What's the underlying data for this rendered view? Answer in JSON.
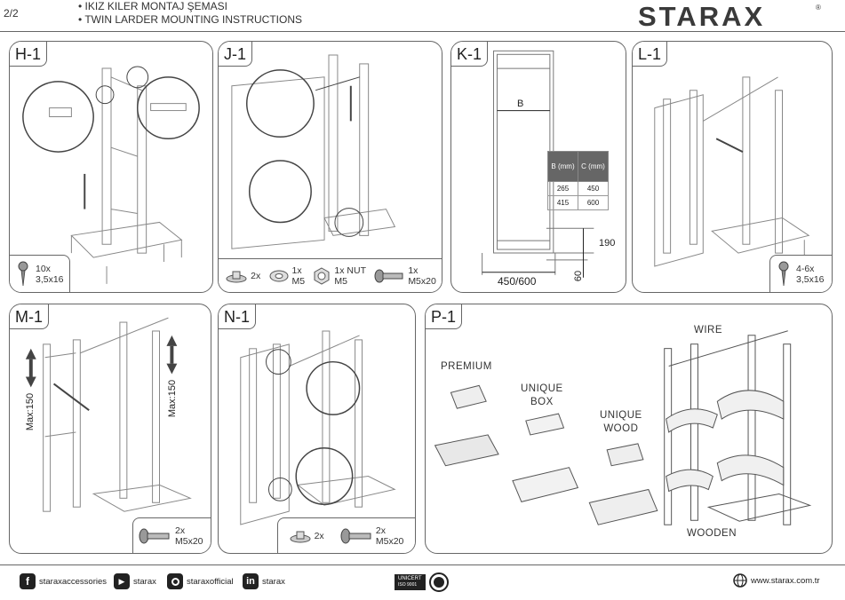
{
  "header": {
    "page": "2/2",
    "line1": "IKIZ KILER MONTAJ ŞEMASI",
    "line2": "TWIN LARDER MOUNTING INSTRUCTIONS",
    "brand": "STARAX",
    "reg": "®"
  },
  "panels": {
    "h1": {
      "label": "H-1",
      "hw": {
        "qty": "10x",
        "size": "3,5x16"
      }
    },
    "j1": {
      "label": "J-1",
      "hw": [
        {
          "qty": "2x"
        },
        {
          "qty": "1x",
          "size": "M5"
        },
        {
          "qty": "1x NUT",
          "size": "M5"
        },
        {
          "qty": "1x",
          "size": "M5x20"
        }
      ]
    },
    "k1": {
      "label": "K-1",
      "b": "B",
      "width": "450/600",
      "h190": "190",
      "h60": "60",
      "table": {
        "head": [
          "B (mm)",
          "C (mm)"
        ],
        "rows": [
          [
            "265",
            "450"
          ],
          [
            "415",
            "600"
          ]
        ]
      }
    },
    "l1": {
      "label": "L-1",
      "hw": {
        "qty": "4-6x",
        "size": "3,5x16"
      }
    },
    "m1": {
      "label": "M-1",
      "max_left": "Max:150",
      "max_right": "Max:150",
      "hw": {
        "qty": "2x",
        "size": "M5x20"
      }
    },
    "n1": {
      "label": "N-1",
      "hw": [
        {
          "qty": "2x"
        },
        {
          "qty": "2x",
          "size": "M5x20"
        }
      ]
    },
    "p1": {
      "label": "P-1",
      "premium": "PREMIUM",
      "unique_box": "UNIQUE\nBOX",
      "unique_wood": "UNIQUE\nWOOD",
      "wire": "WIRE",
      "wooden": "WOODEN"
    }
  },
  "footer": {
    "facebook": "staraxaccessories",
    "youtube": "starax",
    "instagram": "staraxofficial",
    "linkedin": "starax",
    "cert": "UNICERT",
    "cert_sub": "ISO 9001",
    "website": "www.starax.com.tr"
  }
}
